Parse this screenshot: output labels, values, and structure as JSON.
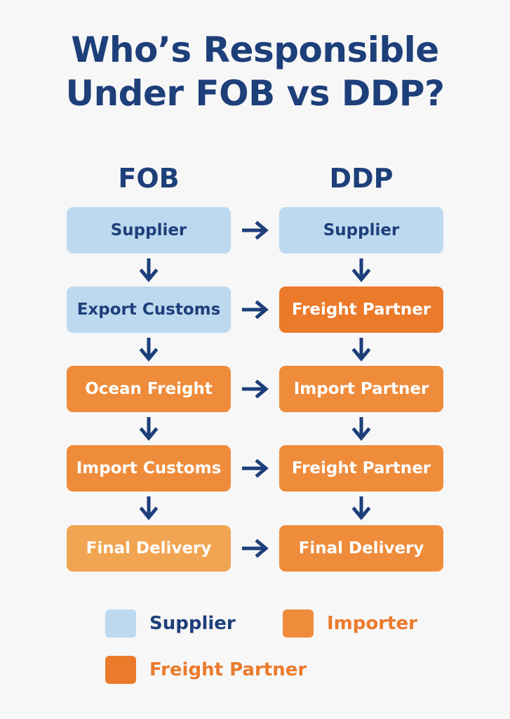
{
  "title": {
    "line1": "Who’s Responsible",
    "line2": "Under FOB vs DDP?"
  },
  "columns": {
    "fob": {
      "header": "FOB",
      "steps": [
        "Supplier",
        "Export Customs",
        "Ocean Freight",
        "Import Customs",
        "Final Delivery"
      ]
    },
    "ddp": {
      "header": "DDP",
      "steps": [
        "Supplier",
        "Freight Partner",
        "Import Partner",
        "Freight Partner",
        "Final Delivery"
      ]
    }
  },
  "legend": {
    "supplier": "Supplier",
    "importer": "Importer",
    "freight_partner": "Freight Partner"
  },
  "colors": {
    "title": "#1d3f7a",
    "supplier": "#bdd9ef",
    "importer": "#ef8c3c",
    "freight_partner": "#eb7a2b",
    "final_light": "#f1a552",
    "arrow": "#1d3f7a"
  }
}
